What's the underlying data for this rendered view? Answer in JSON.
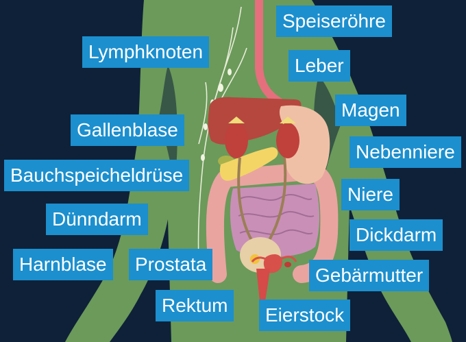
{
  "colors": {
    "background": "#0f2138",
    "body": "#6b9a5a",
    "label_bg": "#1c8fce",
    "label_text": "#ffffff"
  },
  "labels": {
    "speiseroehre": "Speiseröhre",
    "lymphknoten": "Lymphknoten",
    "leber": "Leber",
    "magen": "Magen",
    "gallenblase": "Gallenblase",
    "nebenniere": "Nebenniere",
    "bauchspeicheldruese": "Bauchspeicheldrüse",
    "niere": "Niere",
    "duenndarm": "Dünndarm",
    "dickdarm": "Dickdarm",
    "harnblase": "Harnblase",
    "prostata": "Prostata",
    "gebaermutter": "Gebärmutter",
    "rektum": "Rektum",
    "eierstock": "Eierstock"
  }
}
